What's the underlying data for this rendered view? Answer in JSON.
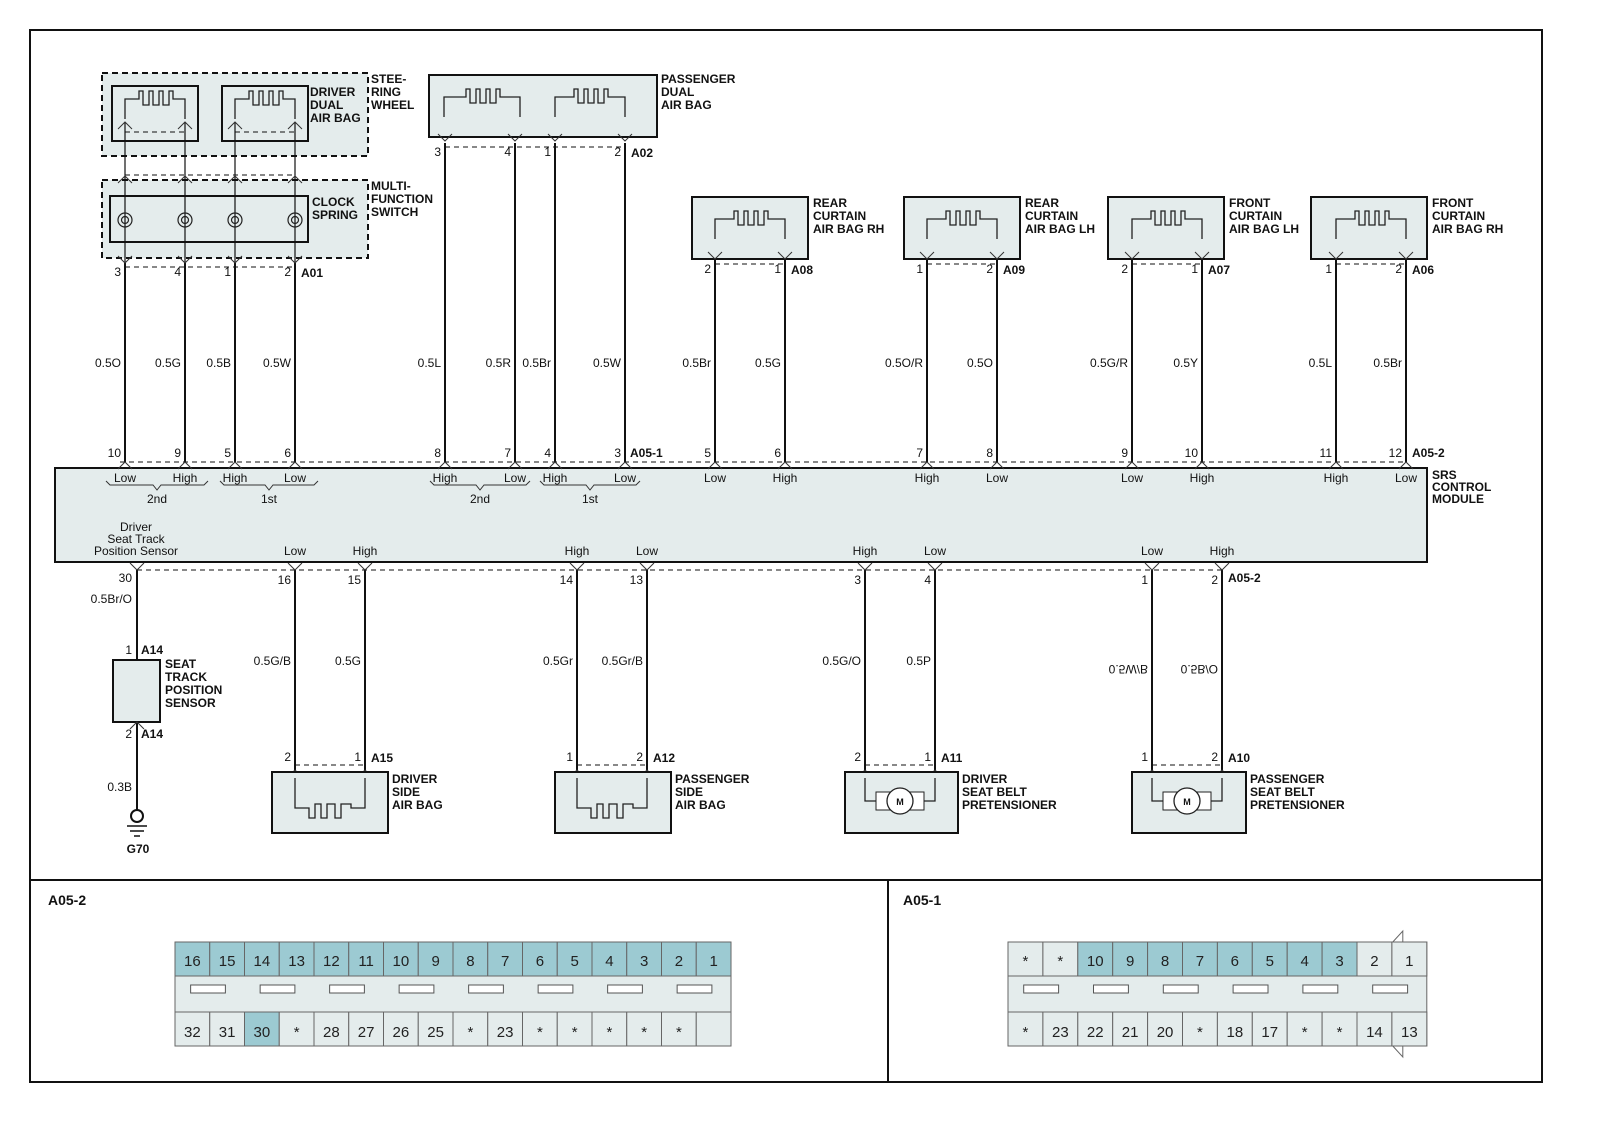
{
  "colors": {
    "fill": "#e4ecec",
    "pin_highlight": "#9ccad2",
    "line": "#111111"
  },
  "module": {
    "name": [
      "SRS",
      "CONTROL",
      "MODULE"
    ],
    "sensor_label": [
      "Driver",
      "Seat Track",
      "Position Sensor"
    ],
    "conn_top_left": "A05-1",
    "conn_top_right": "A05-2",
    "conn_bottom": "A05-2"
  },
  "groups": {
    "second": "2nd",
    "first": "1st"
  },
  "top_components": [
    {
      "id": "A01",
      "name": [
        "CLOCK",
        "SPRING"
      ],
      "pins": [
        "3",
        "4",
        "1",
        "2"
      ],
      "wires": [
        "0.5O",
        "0.5G",
        "0.5B",
        "0.5W"
      ],
      "ecu_pins": [
        "10",
        "9",
        "5",
        "6"
      ],
      "signals": [
        "Low",
        "High",
        "High",
        "Low"
      ]
    },
    {
      "id": "A02",
      "name": [
        "PASSENGER",
        "DUAL",
        "AIR BAG"
      ],
      "pins": [
        "3",
        "4",
        "1",
        "2"
      ],
      "wires": [
        "0.5L",
        "0.5R",
        "0.5Br",
        "0.5W"
      ],
      "ecu_pins": [
        "8",
        "7",
        "4",
        "3"
      ],
      "signals": [
        "High",
        "Low",
        "High",
        "Low"
      ]
    },
    {
      "id": "A08",
      "name": [
        "REAR",
        "CURTAIN",
        "AIR BAG RH"
      ],
      "pins": [
        "2",
        "1"
      ],
      "wires": [
        "0.5Br",
        "0.5G"
      ],
      "ecu_pins": [
        "5",
        "6"
      ],
      "signals": [
        "Low",
        "High"
      ]
    },
    {
      "id": "A09",
      "name": [
        "REAR",
        "CURTAIN",
        "AIR BAG LH"
      ],
      "pins": [
        "1",
        "2"
      ],
      "wires": [
        "0.5O/R",
        "0.5O"
      ],
      "ecu_pins": [
        "7",
        "8"
      ],
      "signals": [
        "High",
        "Low"
      ]
    },
    {
      "id": "A07",
      "name": [
        "FRONT",
        "CURTAIN",
        "AIR BAG LH"
      ],
      "pins": [
        "2",
        "1"
      ],
      "wires": [
        "0.5G/R",
        "0.5Y"
      ],
      "ecu_pins": [
        "9",
        "10"
      ],
      "signals": [
        "Low",
        "High"
      ]
    },
    {
      "id": "A06",
      "name": [
        "FRONT",
        "CURTAIN",
        "AIR BAG RH"
      ],
      "pins": [
        "1",
        "2"
      ],
      "wires": [
        "0.5L",
        "0.5Br"
      ],
      "ecu_pins": [
        "11",
        "12"
      ],
      "signals": [
        "High",
        "Low"
      ]
    }
  ],
  "steering": {
    "driver_airbag": [
      "DRIVER",
      "DUAL",
      "AIR BAG"
    ],
    "steering_wheel": [
      "STEE-",
      "RING",
      "WHEEL"
    ],
    "multifunction": [
      "MULTI-",
      "FUNCTION",
      "SWITCH"
    ]
  },
  "bottom_components": [
    {
      "id": "A15",
      "name": [
        "DRIVER",
        "SIDE",
        "AIR BAG"
      ],
      "pins": [
        "2",
        "1"
      ],
      "wires": [
        "0.5G/B",
        "0.5G"
      ],
      "ecu_pins": [
        "16",
        "15"
      ],
      "signals": [
        "Low",
        "High"
      ],
      "kind": "airbag"
    },
    {
      "id": "A12",
      "name": [
        "PASSENGER",
        "SIDE",
        "AIR BAG"
      ],
      "pins": [
        "1",
        "2"
      ],
      "wires": [
        "0.5Gr",
        "0.5Gr/B"
      ],
      "ecu_pins": [
        "14",
        "13"
      ],
      "signals": [
        "High",
        "Low"
      ],
      "kind": "airbag"
    },
    {
      "id": "A11",
      "name": [
        "DRIVER",
        "SEAT BELT",
        "PRETENSIONER"
      ],
      "pins": [
        "2",
        "1"
      ],
      "wires": [
        "0.5G/O",
        "0.5P"
      ],
      "ecu_pins": [
        "3",
        "4"
      ],
      "signals": [
        "High",
        "Low"
      ],
      "kind": "motor"
    },
    {
      "id": "A10",
      "name": [
        "PASSENGER",
        "SEAT BELT",
        "PRETENSIONER"
      ],
      "pins": [
        "1",
        "2"
      ],
      "wires": [
        "0.5W/B",
        "0.5B/O"
      ],
      "ecu_pins": [
        "1",
        "2"
      ],
      "signals": [
        "Low",
        "High"
      ],
      "kind": "motor"
    }
  ],
  "motor_symbol": "M",
  "seat_sensor": {
    "id": "A14",
    "name": [
      "SEAT",
      "TRACK",
      "POSITION",
      "SENSOR"
    ],
    "ecu_pin": "30",
    "wire_in": "0.5Br/O",
    "pin_in": "1",
    "pin_out": "2",
    "wire_out": "0.3B",
    "ground": "G70"
  },
  "connector_views": [
    {
      "title": "A05-2",
      "top": [
        "16",
        "15",
        "14",
        "13",
        "12",
        "11",
        "10",
        "9",
        "8",
        "7",
        "6",
        "5",
        "4",
        "3",
        "2",
        "1"
      ],
      "top_used": [
        1,
        1,
        1,
        1,
        1,
        1,
        1,
        1,
        1,
        1,
        1,
        1,
        1,
        1,
        1,
        1
      ],
      "bottom": [
        "32",
        "31",
        "30",
        "*",
        "28",
        "27",
        "26",
        "25",
        "*",
        "23",
        "*",
        "*",
        "*",
        "*",
        "*",
        ""
      ],
      "bottom_used": [
        0,
        0,
        1,
        0,
        0,
        0,
        0,
        0,
        0,
        0,
        0,
        0,
        0,
        0,
        0,
        0
      ]
    },
    {
      "title": "A05-1",
      "top": [
        "*",
        "*",
        "10",
        "9",
        "8",
        "7",
        "6",
        "5",
        "4",
        "3",
        "2",
        "1"
      ],
      "top_used": [
        0,
        0,
        1,
        1,
        1,
        1,
        1,
        1,
        1,
        1,
        0,
        0
      ],
      "bottom": [
        "*",
        "23",
        "22",
        "21",
        "20",
        "*",
        "18",
        "17",
        "*",
        "*",
        "14",
        "13"
      ],
      "bottom_used": [
        0,
        0,
        0,
        0,
        0,
        0,
        0,
        0,
        0,
        0,
        0,
        0
      ]
    }
  ]
}
